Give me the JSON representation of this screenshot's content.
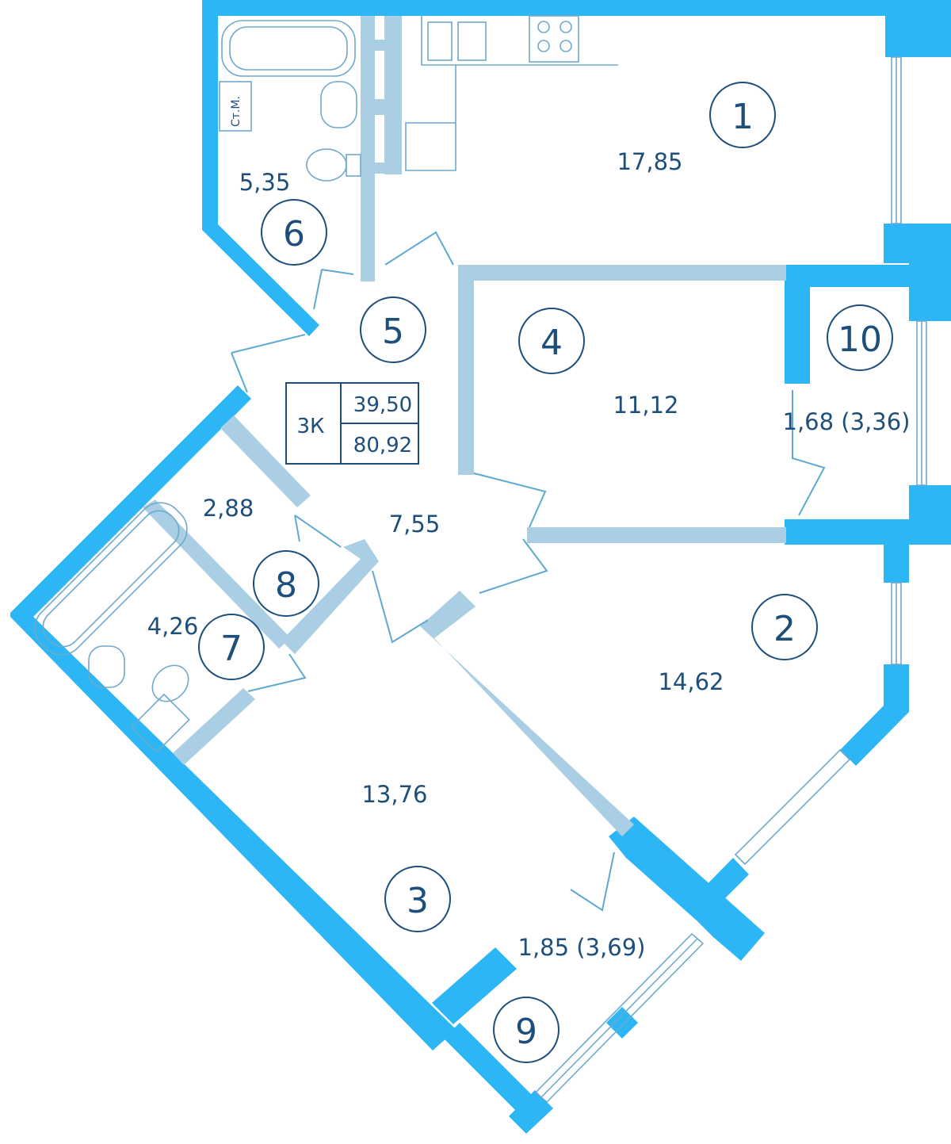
{
  "plan": {
    "apartment_type": "3К",
    "living_area": "39,50",
    "total_area": "80,92",
    "toilet_label": "Ст.М.",
    "rooms": [
      {
        "number": "1",
        "area": "17,85"
      },
      {
        "number": "2",
        "area": "14,62"
      },
      {
        "number": "3",
        "area": "13,76"
      },
      {
        "number": "4",
        "area": "11,12"
      },
      {
        "number": "5",
        "area": "7,55"
      },
      {
        "number": "6",
        "area": "5,35"
      },
      {
        "number": "7",
        "area": "4,26"
      },
      {
        "number": "8",
        "area": "2,88"
      },
      {
        "number": "9",
        "area": "1,85 (3,69)"
      },
      {
        "number": "10",
        "area": "1,68 (3,36)"
      }
    ]
  },
  "colors": {
    "exterior_wall": "#2db6f5",
    "interior_wall": "#aacfe4",
    "text": "#1e4e7a"
  }
}
